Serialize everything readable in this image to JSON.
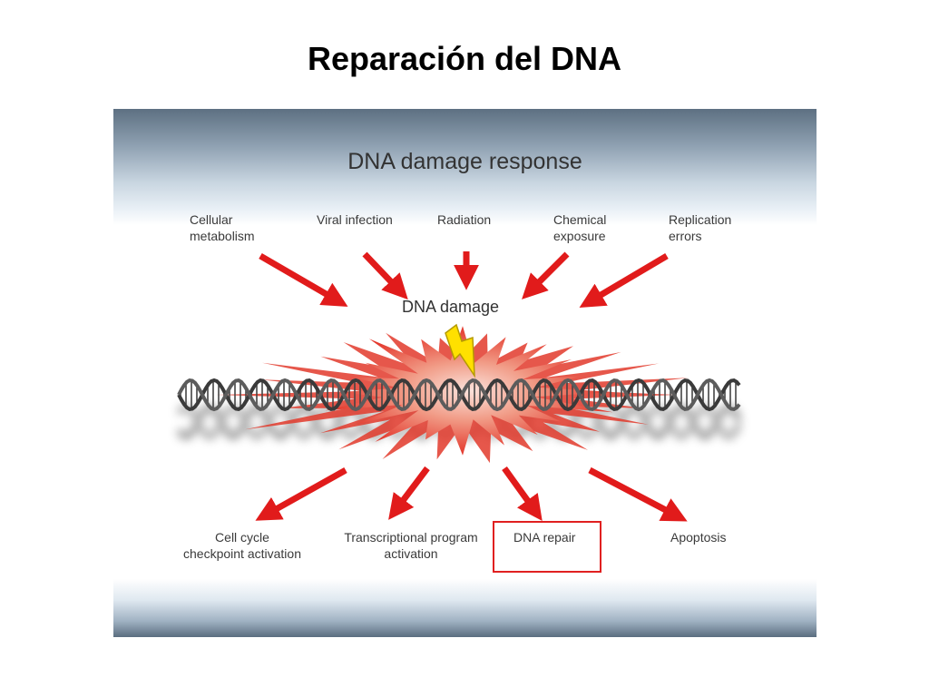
{
  "slide": {
    "title": "Reparación del DNA"
  },
  "figure": {
    "title": "DNA damage response",
    "causes": [
      {
        "line1": "Cellular",
        "line2": "metabolism"
      },
      {
        "line1": "Viral infection",
        "line2": ""
      },
      {
        "line1": "Radiation",
        "line2": ""
      },
      {
        "line1": "Chemical",
        "line2": "exposure"
      },
      {
        "line1": "Replication",
        "line2": "errors"
      }
    ],
    "damage_label": "DNA damage",
    "responses": [
      {
        "line1": "Cell cycle",
        "line2": "checkpoint activation"
      },
      {
        "line1": "Transcriptional program",
        "line2": "activation"
      },
      {
        "line1": "DNA repair",
        "line2": ""
      },
      {
        "line1": "Apoptosis",
        "line2": ""
      }
    ],
    "highlighted_response": "DNA repair",
    "colors": {
      "arrow": "#e11b1b",
      "highlight_border": "#e02020",
      "bolt": "#ffe000",
      "burst": "#e84a3a"
    }
  }
}
